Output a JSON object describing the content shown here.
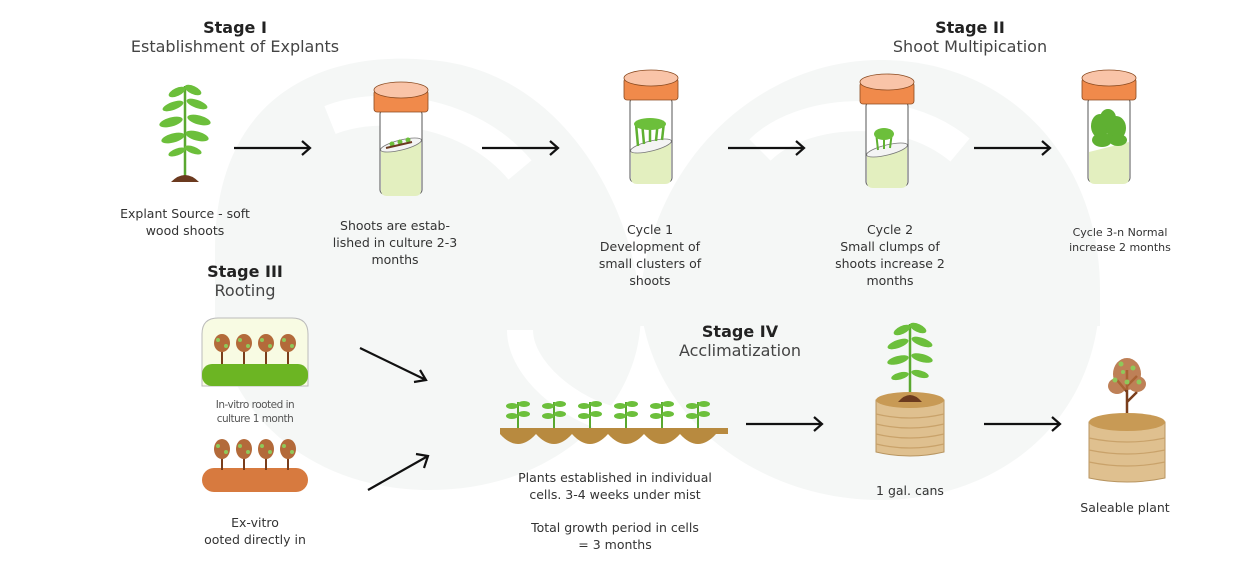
{
  "title": "Micropropagation process stages",
  "colors": {
    "cap": "#f08a4b",
    "cap_top": "#f9c4a8",
    "medium": "#e3efbf",
    "plant_green": "#6cbf3b",
    "soil": "#6b3a1f",
    "pot": "#dfc08f",
    "pot_top": "#c89a55",
    "tray": "#b88a3f",
    "ex_vitro_bed": "#d77a3f",
    "in_vitro_bed": "#6cb523",
    "watermark": "#f5f7f6"
  },
  "stages": [
    {
      "id": "stage-1",
      "number": "Stage I",
      "name": "Establishment of Explants"
    },
    {
      "id": "stage-2",
      "number": "Stage II",
      "name": "Shoot Multipication"
    },
    {
      "id": "stage-3",
      "number": "Stage III",
      "name": "Rooting"
    },
    {
      "id": "stage-4",
      "number": "Stage IV",
      "name": "Acclimatization"
    }
  ],
  "steps": {
    "explant_source": {
      "icon": "plant-seedling-icon",
      "caption": "Explant Source - soft\nwood shoots"
    },
    "establish": {
      "icon": "culture-jar-icon",
      "caption": "Shoots are estab-\nlished in culture 2-3\nmonths"
    },
    "cycle1": {
      "icon": "culture-jar-icon",
      "caption": "Cycle 1\nDevelopment of\nsmall clusters of\nshoots"
    },
    "cycle2": {
      "icon": "culture-jar-icon",
      "caption": "Cycle 2\nSmall clumps of\nshoots increase 2\nmonths"
    },
    "cycle3n": {
      "icon": "culture-jar-icon",
      "caption": "Cycle 3-n Normal\nincrease 2 months"
    },
    "in_vitro": {
      "icon": "in-vitro-rooting-icon",
      "caption": "In-vitro rooted in\nculture 1 month"
    },
    "ex_vitro": {
      "icon": "ex-vitro-rooting-icon",
      "caption": "Ex-vitro\nooted directly in"
    },
    "cells": {
      "icon": "seedling-tray-icon",
      "caption": "Plants established in individual\ncells. 3-4 weeks under mist",
      "note": "Total growth period in cells\n= 3 months"
    },
    "cans": {
      "icon": "potted-plant-icon",
      "caption": "1 gal. cans"
    },
    "saleable": {
      "icon": "potted-tree-icon",
      "caption": "Saleable plant"
    }
  },
  "arrows": [
    {
      "from": "explant_source",
      "to": "establish",
      "icon": "arrow-right-icon"
    },
    {
      "from": "establish",
      "to": "cycle1",
      "icon": "arrow-right-icon"
    },
    {
      "from": "cycle1",
      "to": "cycle2",
      "icon": "arrow-right-icon"
    },
    {
      "from": "cycle2",
      "to": "cycle3n",
      "icon": "arrow-right-icon"
    },
    {
      "from": "in_vitro",
      "to": "cells",
      "icon": "arrow-down-right-icon"
    },
    {
      "from": "ex_vitro",
      "to": "cells",
      "icon": "arrow-up-right-icon"
    },
    {
      "from": "cells",
      "to": "cans",
      "icon": "arrow-right-icon"
    },
    {
      "from": "cans",
      "to": "saleable",
      "icon": "arrow-right-icon"
    }
  ]
}
